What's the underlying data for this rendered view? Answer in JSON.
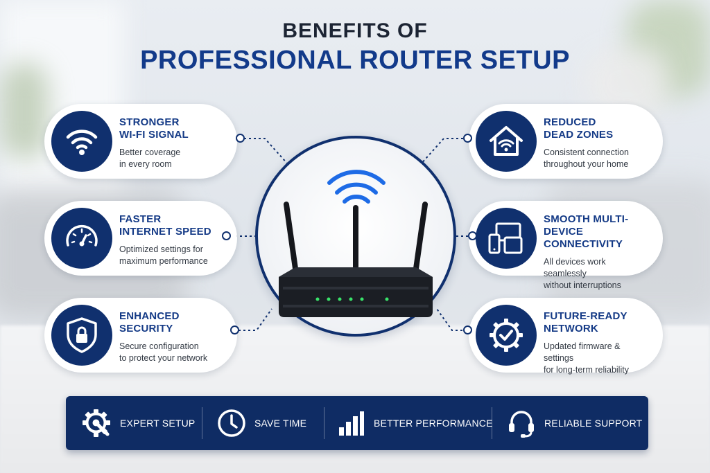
{
  "title": {
    "line1": "BENEFITS OF",
    "line2": "PROFESSIONAL ROUTER SETUP"
  },
  "cards": [
    {
      "heading": "STRONGER\nWI-FI SIGNAL",
      "desc": "Better coverage\nin every room",
      "icon": "wifi-icon"
    },
    {
      "heading": "FASTER\nINTERNET SPEED",
      "desc": "Optimized settings for\nmaximum performance",
      "icon": "speedometer-icon"
    },
    {
      "heading": "ENHANCED\nSECURITY",
      "desc": "Secure configuration\nto protect your network",
      "icon": "shield-lock-icon"
    },
    {
      "heading": "REDUCED\nDEAD ZONES",
      "desc": "Consistent connection\nthroughout your home",
      "icon": "home-wifi-icon"
    },
    {
      "heading": "SMOOTH MULTI-\nDEVICE CONNECTIVITY",
      "desc": "All devices work seamlessly\nwithout interruptions",
      "icon": "devices-icon"
    },
    {
      "heading": "FUTURE-READY\nNETWORK",
      "desc": "Updated firmware & settings\nfor long-term reliability",
      "icon": "gear-check-icon"
    }
  ],
  "banner": [
    {
      "label": "EXPERT SETUP",
      "icon": "gear-wrench-icon"
    },
    {
      "label": "SAVE TIME",
      "icon": "clock-icon"
    },
    {
      "label": "BETTER PERFORMANCE",
      "icon": "bar-chart-icon"
    },
    {
      "label": "RELIABLE SUPPORT",
      "icon": "headset-icon"
    }
  ],
  "colors": {
    "navy": "#10306e",
    "title_blue": "#123a8a",
    "wifi_blue": "#1e6be6",
    "led_green": "#39e36a"
  }
}
